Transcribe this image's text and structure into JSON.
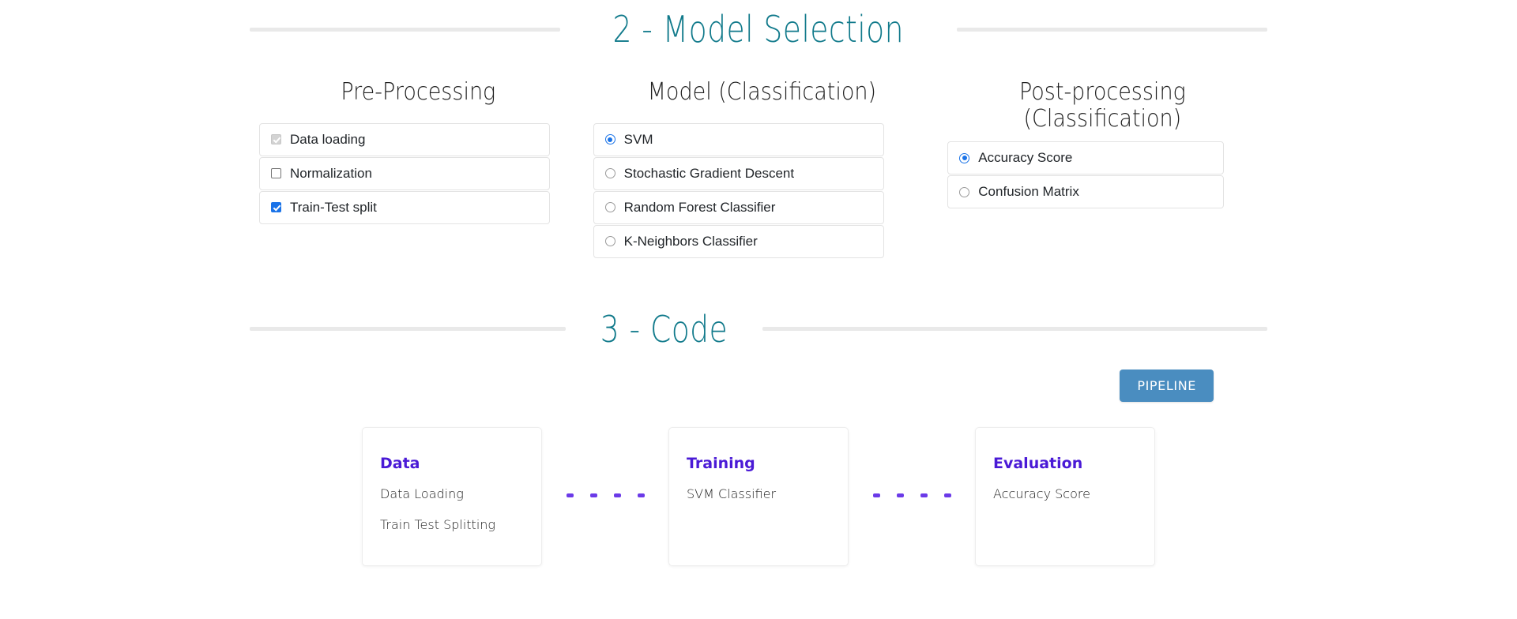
{
  "sections": {
    "model_selection": {
      "title": "2 - Model Selection"
    },
    "code": {
      "title": "3 - Code"
    }
  },
  "columns": {
    "pre_processing": {
      "title": "Pre-Processing",
      "items": [
        {
          "label": "Data loading",
          "control": "checkbox",
          "checked": true,
          "disabled": true
        },
        {
          "label": "Normalization",
          "control": "checkbox",
          "checked": false,
          "disabled": false
        },
        {
          "label": "Train-Test split",
          "control": "checkbox",
          "checked": true,
          "disabled": false
        }
      ]
    },
    "model": {
      "title": "Model (Classification)",
      "items": [
        {
          "label": "SVM",
          "control": "radio",
          "checked": true
        },
        {
          "label": "Stochastic Gradient Descent",
          "control": "radio",
          "checked": false
        },
        {
          "label": "Random Forest Classifier",
          "control": "radio",
          "checked": false
        },
        {
          "label": "K-Neighbors Classifier",
          "control": "radio",
          "checked": false
        }
      ]
    },
    "post_processing": {
      "title_line1": "Post-processing",
      "title_line2": "(Classification)",
      "items": [
        {
          "label": "Accuracy Score",
          "control": "radio",
          "checked": true
        },
        {
          "label": "Confusion Matrix",
          "control": "radio",
          "checked": false
        }
      ]
    }
  },
  "code": {
    "pipeline_button": "PIPELINE",
    "cards": [
      {
        "title": "Data",
        "items": [
          "Data Loading",
          "Train Test Splitting"
        ]
      },
      {
        "title": "Training",
        "items": [
          "SVM Classifier"
        ]
      },
      {
        "title": "Evaluation",
        "items": [
          "Accuracy Score"
        ]
      }
    ],
    "connector_dashes": 4
  },
  "colors": {
    "heading_teal": "#117a8b",
    "accent_blue": "#1a73e8",
    "button_blue": "#4a8dc0",
    "card_title_purple": "#4a1ad6",
    "connector_purple": "#6b3ae8",
    "rule_gray": "#e9e9e9"
  }
}
